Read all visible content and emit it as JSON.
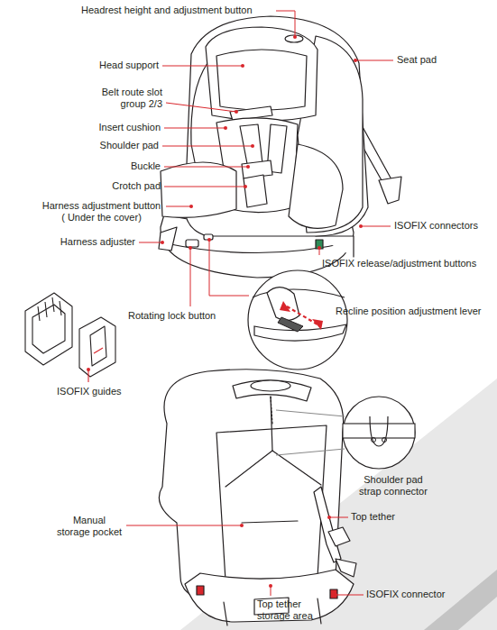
{
  "diagram": {
    "labels": [
      "Headrest height and adjustment button",
      "Head support",
      "Seat pad",
      "Belt route slot group 2/3",
      "Insert cushion",
      "Shoulder pad",
      "Buckle",
      "Crotch pad",
      "Harness adjustment button ( Under the cover)",
      "ISOFIX connectors",
      "Harness adjuster",
      "ISOFIX release/adjustment buttons",
      "Rotating lock button",
      "Recline position adjustment lever",
      "ISOFIX guides",
      "Shoulder pad strap connector",
      "Top tether",
      "Manual storage pocket",
      "ISOFIX connector",
      "Top tether storage area"
    ]
  }
}
